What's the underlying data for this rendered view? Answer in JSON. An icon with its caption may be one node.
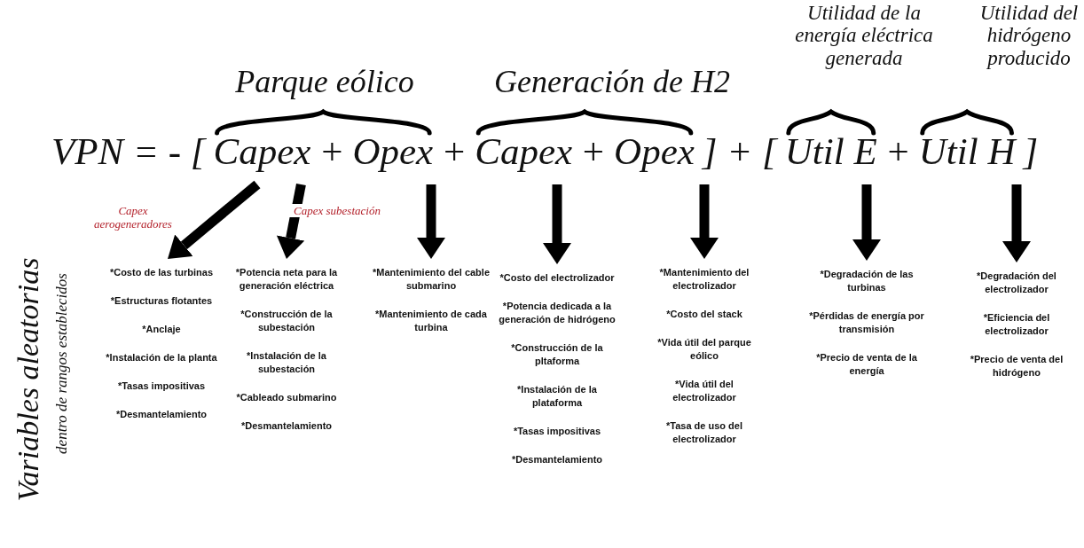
{
  "diagram": {
    "nodes": [
      {
        "text": [
          "Capex"
        ]
      },
      {
        "text": [
          "Opex"
        ]
      },
      {
        "text": [
          "Capex"
        ]
      },
      {
        "text": [
          "Opex"
        ]
      },
      {
        "text": [
          "Util E"
        ]
      },
      {
        "text": [
          "Util H"
        ]
      },
      {
        "text": [
          "*Costo de las turbinas",
          "*Estructuras flotantes",
          "*Anclaje",
          "*Instalación de la planta",
          "*Tasas impositivas",
          "*Desmantelamiento"
        ]
      },
      {
        "text": [
          "*Potencia neta para la generación eléctrica",
          "*Construcción de la subestación",
          "*Instalación de la subestación",
          "*Cableado submarino",
          "*Desmantelamiento"
        ]
      },
      {
        "text": [
          "*Mantenimiento del cable submarino",
          "*Mantenimiento de cada turbina"
        ]
      },
      {
        "text": [
          "*Costo del electrolizador",
          "*Potencia dedicada a la generación de hidrógeno",
          "*Construcción de la pltaforma",
          "*Instalación de la plataforma",
          "*Tasas impositivas",
          "*Desmantelamiento"
        ]
      },
      {
        "text": [
          "*Mantenimiento del electrolizador",
          "*Costo del stack",
          "*Vida útil del parque eólico",
          "*Vida útil del electrolizador",
          "*Tasa de uso del electrolizador"
        ]
      },
      {
        "text": [
          "*Degradación de las turbinas",
          "*Pérdidas de energía por transmisión",
          "*Precio de venta de la energía"
        ]
      },
      {
        "text": [
          "*Degradación del electrolizador",
          "*Eficiencia del electrolizador",
          "*Precio de venta del hidrógeno"
        ]
      }
    ],
    "edges": [
      {
        "from": 0,
        "to": 6,
        "arrow": "to",
        "label": "Capex aerogeneradores"
      },
      {
        "from": 0,
        "to": 7,
        "arrow": "to",
        "label": "Capex subestación"
      },
      {
        "from": 1,
        "to": 8,
        "arrow": "to"
      },
      {
        "from": 2,
        "to": 9,
        "arrow": "to"
      },
      {
        "from": 3,
        "to": 10,
        "arrow": "to"
      },
      {
        "from": 4,
        "to": 11,
        "arrow": "to"
      },
      {
        "from": 5,
        "to": 12,
        "arrow": "to"
      }
    ],
    "labels": [
      "Utilidad de la energía eléctrica generada",
      "Utilidad del hidrógeno producido",
      "Parque eólico",
      "Generación de H2",
      "VPN = - [",
      "+",
      "+",
      "+",
      "] + [",
      "+",
      "]",
      "Variables aleatorias",
      "dentro de rangos establecidos"
    ]
  }
}
